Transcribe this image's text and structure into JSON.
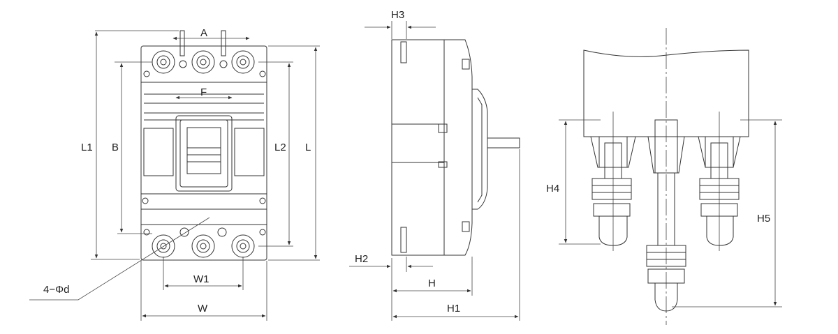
{
  "front_view": {
    "labels": {
      "A": "A",
      "F": "F",
      "L1": "L1",
      "B": "B",
      "L2": "L2",
      "L": "L",
      "W1": "W1",
      "W": "W",
      "hole": "4−Φd"
    }
  },
  "side_view": {
    "labels": {
      "H3": "H3",
      "H2": "H2",
      "H": "H",
      "H1": "H1"
    }
  },
  "terminal_view": {
    "labels": {
      "H4": "H4",
      "H5": "H5"
    }
  }
}
